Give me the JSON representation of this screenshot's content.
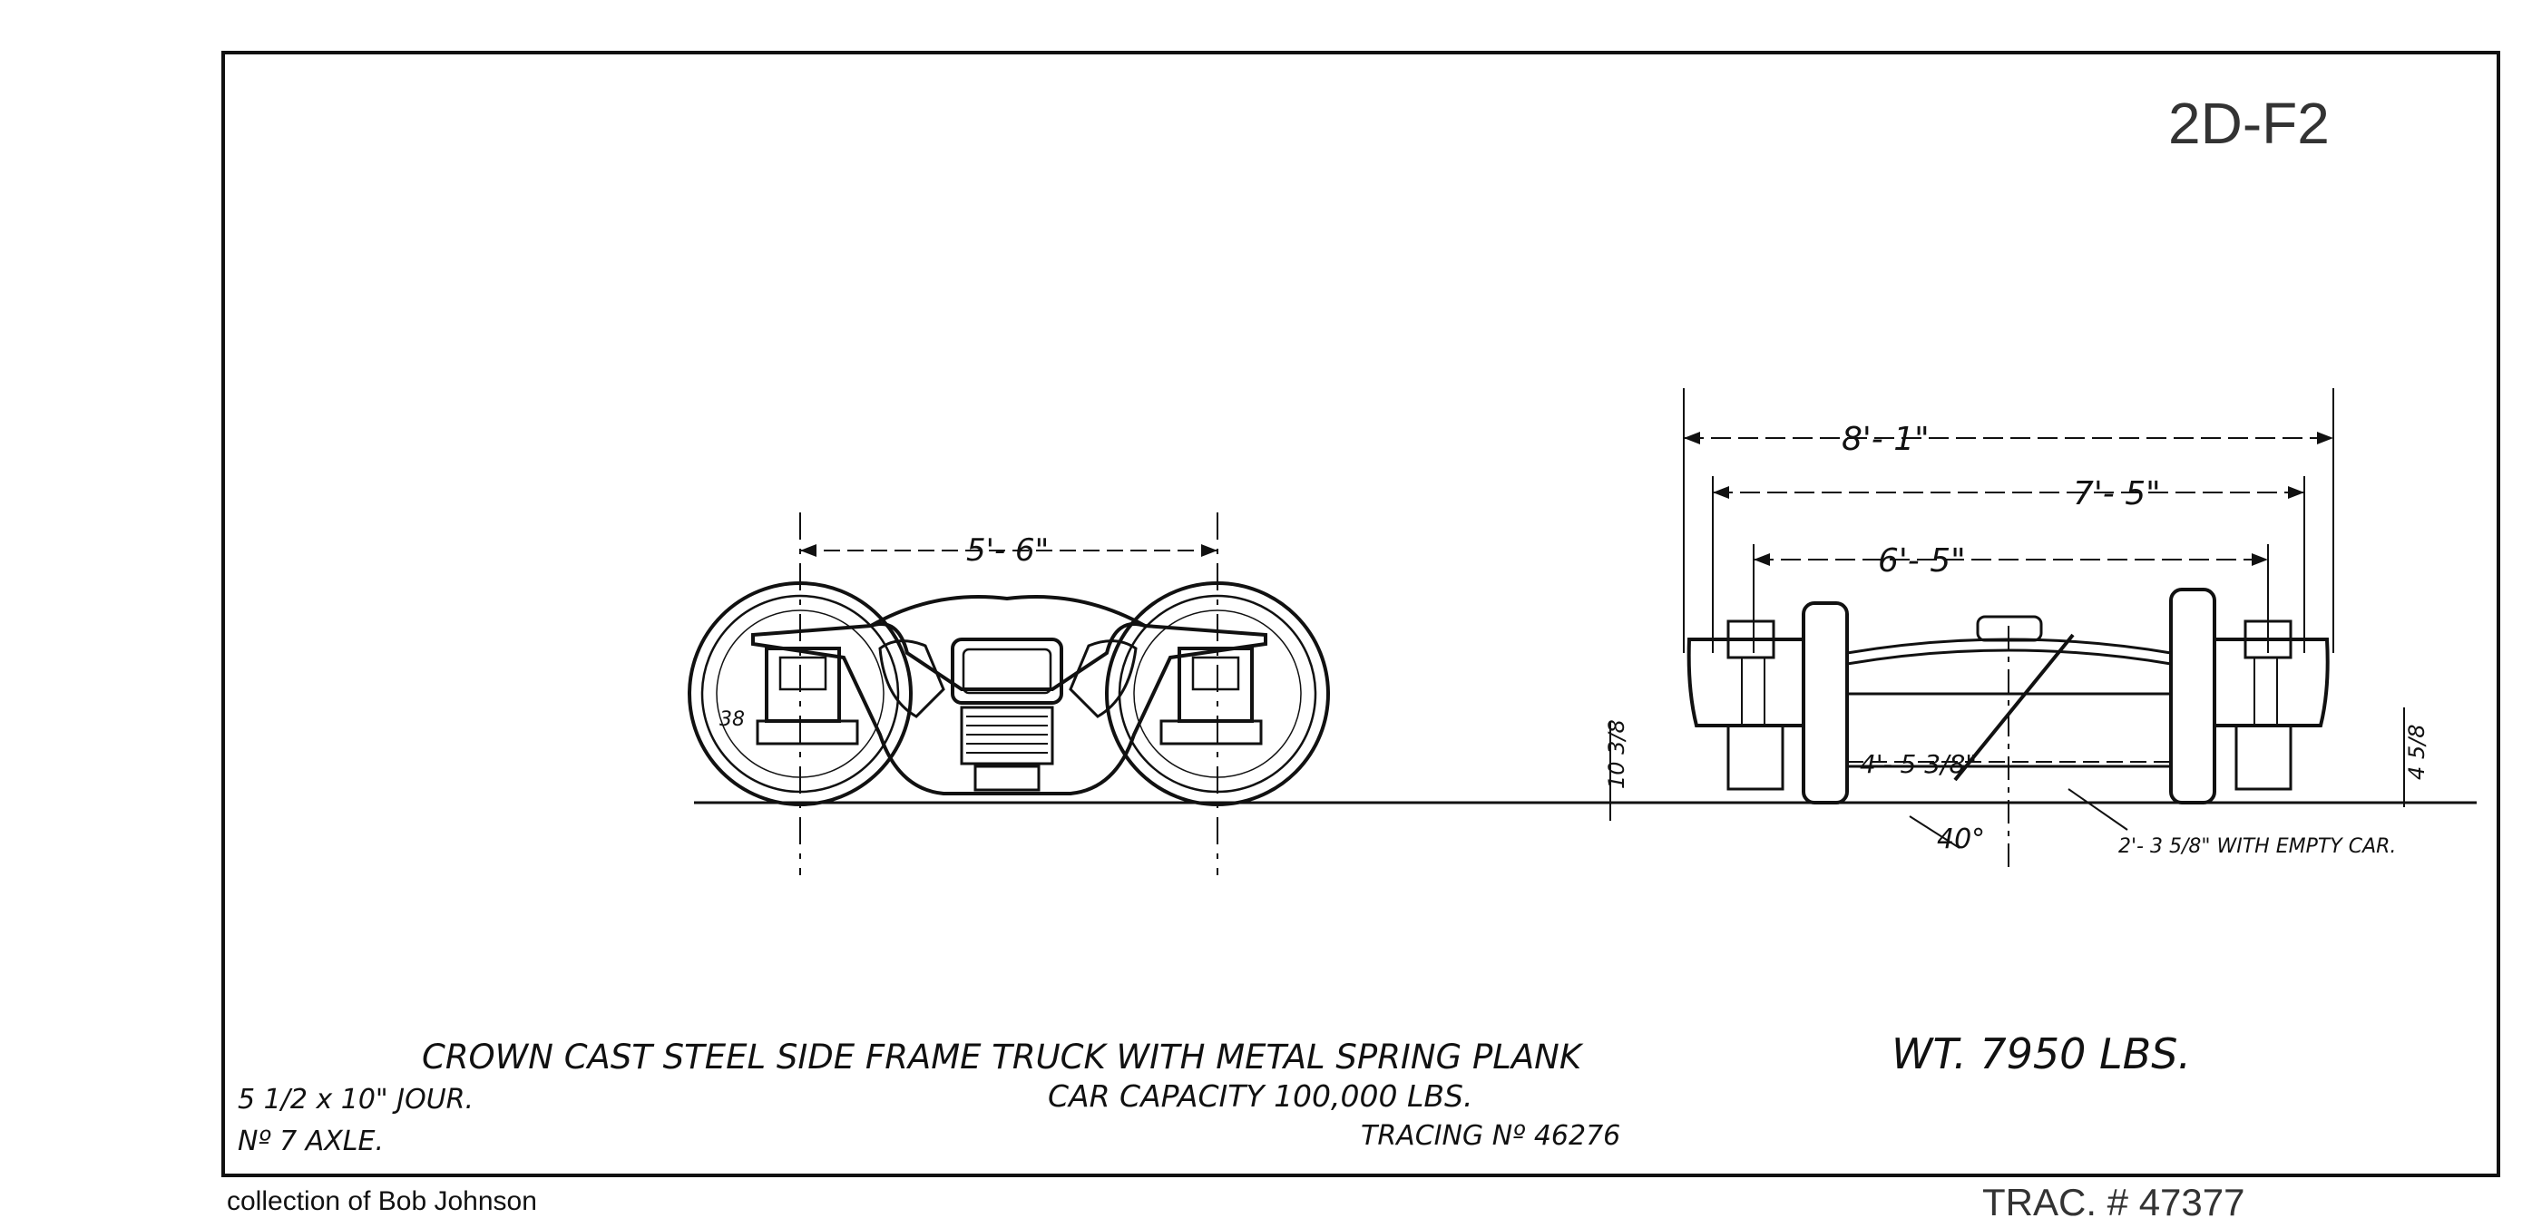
{
  "sheet": {
    "drawing_number": "2D-F2",
    "collection_credit": "collection of Bob Johnson",
    "tracing_note": "TRAC. # 47377"
  },
  "side_view": {
    "wheelbase_dim": "5'- 6\"",
    "wheel_note": "38"
  },
  "end_view": {
    "overall_width_dim": "8'- 1\"",
    "width_dim_2": "7'- 5\"",
    "center_dim": "6'- 5\"",
    "spring_plank_dim": "4'- 5 3/8\"",
    "height_left_dim": "10 3/8",
    "height_right_dim": "4 5/8",
    "angle_dim": "40°",
    "empty_car_dim": "2'- 3 5/8\" WITH EMPTY CAR."
  },
  "title_block": {
    "title": "CROWN CAST STEEL SIDE FRAME TRUCK WITH METAL SPRING PLANK",
    "weight": "WT. 7950 LBS.",
    "journal": "5 1/2 x 10\" JOUR.",
    "axle": "Nº 7 AXLE.",
    "capacity": "CAR CAPACITY 100,000 LBS.",
    "tracing": "TRACING Nº 46276"
  }
}
